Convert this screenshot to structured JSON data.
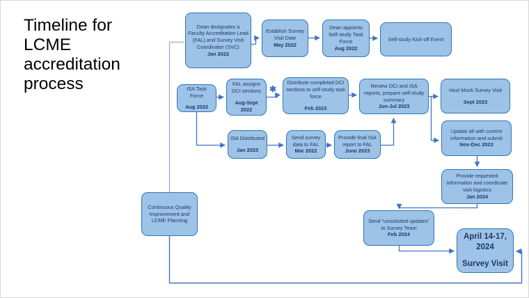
{
  "slide_title": "Timeline for LCME accreditation process",
  "annotation_asterisk": "✱",
  "colors": {
    "box_fill": "#9DC3E6",
    "box_border": "#2E75B6",
    "box_text": "#1F3864",
    "arrow": "#4472C4",
    "loop_line": "#8FAADC"
  },
  "nodes": [
    {
      "id": "dean-designates",
      "text": "Dean designates a Faculty Accreditation Lead (FAL) and Survey Visit Coordinator (SVC)",
      "date": "Jan 2022"
    },
    {
      "id": "establish-survey-visit-date",
      "text": "Establish Survey Visit Date",
      "date": "May 2022"
    },
    {
      "id": "dean-appoints-task-force",
      "text": "Dean appoints Self-study Task Force",
      "date": "Aug 2022"
    },
    {
      "id": "self-study-kickoff",
      "text": "Self-study Kick-off Event",
      "date": ""
    },
    {
      "id": "isa-task-force",
      "text": "ISA Task Force",
      "date": "Aug 2022"
    },
    {
      "id": "fal-assigns-dci",
      "text": "FAL assigns DCI sections",
      "date": "Aug-Sept 2022"
    },
    {
      "id": "distribute-dci",
      "text": "Distribute completed DCI sections to self-study task force",
      "date": "Feb 2023"
    },
    {
      "id": "review-dci-isa",
      "text": "Review DCI and ISA reports, prepare self-study summary",
      "date": "Jun-Jul 2023"
    },
    {
      "id": "host-mock-survey-visit",
      "text": "Host Mock Survey Visit",
      "date": "Sept 2023"
    },
    {
      "id": "isa-distributed",
      "text": "ISA Distributed",
      "date": "Jan 2023"
    },
    {
      "id": "send-survey-data",
      "text": "Send survey data to FAL",
      "date": "Mar 2022"
    },
    {
      "id": "provide-final-isa",
      "text": "Provide final ISA report to FAL",
      "date": "June 2023"
    },
    {
      "id": "update-all-submit",
      "text": "Update all with current information and submit",
      "date": "Nov-Dec 2023"
    },
    {
      "id": "provide-requested-info",
      "text": "Provide requested information and coordinate visit logistics",
      "date": "Jan 2024"
    },
    {
      "id": "send-unsolicited-updates",
      "text": "Send “unsolicited updates” to Survey Team",
      "date": "Feb 2024"
    },
    {
      "id": "survey-visit",
      "text": "April 14-17, 2024",
      "date": "Survey Visit"
    },
    {
      "id": "cqi-planning",
      "text": "Continuous Quality Improvement and LCME Planning",
      "date": ""
    }
  ]
}
